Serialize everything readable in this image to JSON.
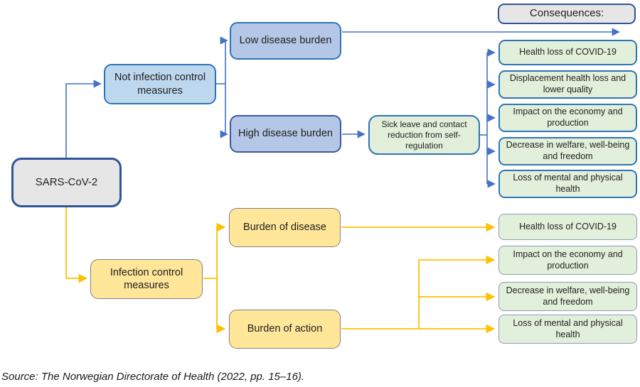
{
  "nodes": {
    "root": "SARS-CoV-2",
    "no_measures": "Not infection control measures",
    "low_burden": "Low disease burden",
    "high_burden": "High disease burden",
    "sick_leave": "Sick leave and contact reduction from self-regulation",
    "consequences_header": "Consequences:",
    "measures": "Infection control measures",
    "burden_disease": "Burden of disease",
    "burden_action": "Burden of action"
  },
  "top_consequences": [
    "Health loss of COVID-19",
    "Displacement health loss and lower quality",
    "Impact on the economy and production",
    "Decrease in welfare, well-being and freedom",
    "Loss of mental and physical health"
  ],
  "bottom_consequences": [
    "Health loss of COVID-19",
    "Impact on the economy and production",
    "Decrease in welfare, well-being and freedom",
    "Loss of mental and physical health"
  ],
  "source_note": "Source: The Norwegian Directorate of Health (2022, pp. 15–16).",
  "colors": {
    "blue_arrow": "#4472c4",
    "yellow_arrow": "#ffc000",
    "blue_border": "#2e75b6",
    "navy_border": "#2f5597",
    "high_burden_border": "#3a5a9b",
    "gray_blue_border": "#8d9db4",
    "gray_border": "#808080",
    "light_blue_fill": "#bdd7ee",
    "mid_blue_fill": "#b4c7e7",
    "green_fill": "#e2efda",
    "yellow_fill": "#ffe699",
    "gray_fill": "#e7e6e6"
  }
}
